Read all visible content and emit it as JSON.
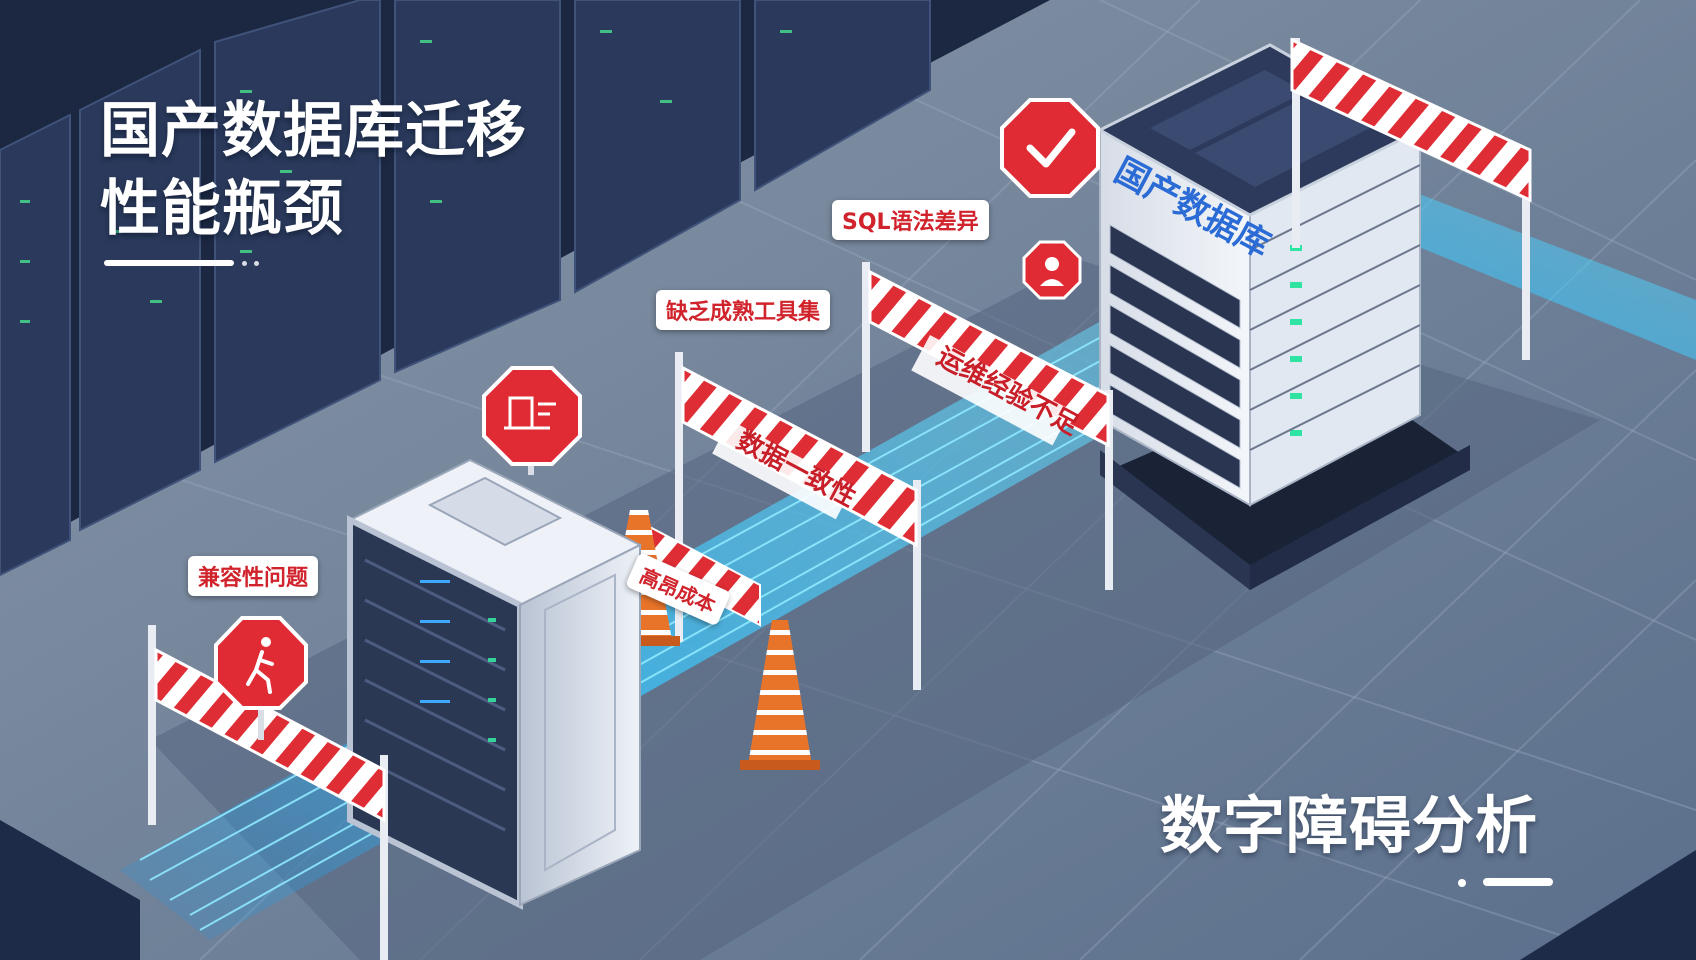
{
  "title": {
    "line1": "国产数据库迁移",
    "line2": "性能瓶颈"
  },
  "subtitle": "数字障碍分析",
  "server_label": "国产数据库",
  "tags": {
    "compatibility": "兼容性问题",
    "tools": "缺乏成熟工具集",
    "sql_syntax": "SQL语法差异",
    "cost": "高昂成本"
  },
  "barriers": {
    "ops_experience": "运维经验不足",
    "data_consistency": "数据一致性"
  },
  "icons": [
    "person-running-icon",
    "workstation-icon",
    "check-mark-icon",
    "headset-person-icon"
  ],
  "colors": {
    "warning_red": "#d9262f",
    "data_stream": "#2fc4ff",
    "server_blue_text": "#2b6bd6",
    "floor": "#6f8198"
  }
}
